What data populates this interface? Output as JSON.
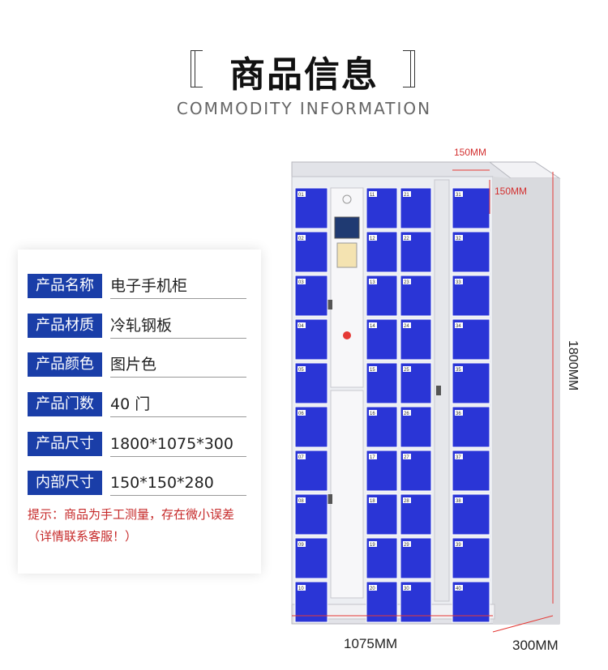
{
  "header": {
    "title": "商品信息",
    "subtitle": "COMMODITY INFORMATION"
  },
  "specs": [
    {
      "label": "产品名称",
      "value": "电子手机柜"
    },
    {
      "label": "产品材质",
      "value": "冷轧钢板"
    },
    {
      "label": "产品颜色",
      "value": "图片色"
    },
    {
      "label": "产品门数",
      "value": "40 门"
    },
    {
      "label": "产品尺寸",
      "value": "1800*1075*300"
    },
    {
      "label": "内部尺寸",
      "value": "150*150*280"
    }
  ],
  "note": "提示：商品为手工测量，存在微小误差（详情联系客服！）",
  "dimensions": {
    "door_width": "150MM",
    "door_height": "150MM",
    "height": "1800MM",
    "width": "1075MM",
    "depth": "300MM"
  },
  "locker_numbers": {
    "col1": [
      "01",
      "02",
      "03",
      "04",
      "05",
      "06",
      "07",
      "08",
      "09",
      "10"
    ],
    "col2": [
      "11",
      "12",
      "13",
      "14",
      "15",
      "16",
      "17",
      "18",
      "19",
      "20"
    ],
    "col3": [
      "21",
      "22",
      "23",
      "24",
      "25",
      "26",
      "27",
      "28",
      "29",
      "30"
    ],
    "col4": [
      "31",
      "32",
      "33",
      "34",
      "35",
      "36",
      "37",
      "38",
      "39",
      "40"
    ]
  },
  "colors": {
    "door_blue": "#2a35d6",
    "label_blue": "#1a3ea8",
    "dimension_red": "#e53935",
    "cabinet_gray": "#e6e6ea"
  }
}
